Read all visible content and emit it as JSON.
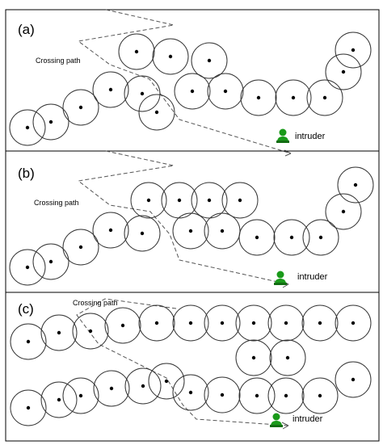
{
  "panels": [
    {
      "id": "a",
      "tag": "(a)",
      "crossing_label": "Crossing path",
      "intruder_label": "intruder"
    },
    {
      "id": "b",
      "tag": "(b)",
      "crossing_label": "Crossing path",
      "intruder_label": "intruder"
    },
    {
      "id": "c",
      "tag": "(c)",
      "crossing_label": "Crossing path",
      "intruder_label": "intruder"
    }
  ],
  "icon": {
    "name": "person-icon",
    "color": "#1a9a1a"
  }
}
